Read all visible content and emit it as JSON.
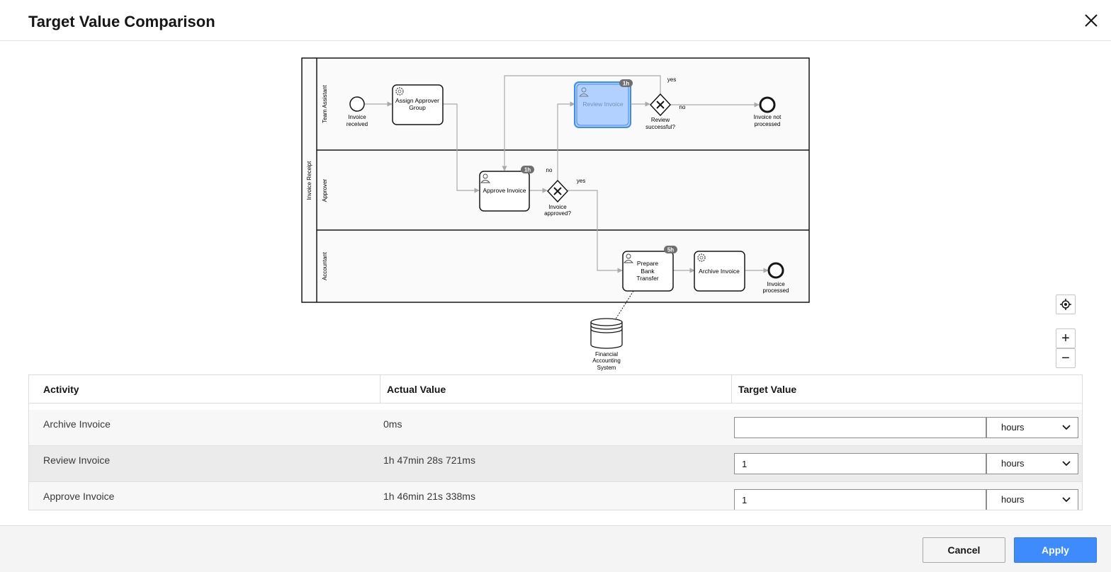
{
  "dialog": {
    "title": "Target Value Comparison",
    "close_icon": "close-icon"
  },
  "diagram": {
    "pool_label": "Invoice Receipt",
    "lanes": [
      "Team Assistant",
      "Approver",
      "Accountant"
    ],
    "events": {
      "start": "Invoice received",
      "end_not_processed": "Invoice not processed",
      "end_processed": "Invoice processed"
    },
    "tasks": {
      "assign": "Assign Approver Group",
      "review": "Review Invoice",
      "approve": "Approve Invoice",
      "prepare": "Prepare Bank Transfer",
      "archive": "Archive Invoice"
    },
    "badges": {
      "review": "1h",
      "approve": "1h",
      "prepare": "5h"
    },
    "gateways": {
      "review_successful": "Review successful?",
      "invoice_approved": "Invoice approved?"
    },
    "flow_labels": {
      "yes": "yes",
      "no": "no"
    },
    "data_store": "Financial Accounting System",
    "highlight_color": "#b3d1ff"
  },
  "controls": {
    "recenter_icon": "crosshair-icon",
    "zoom_in_icon": "plus-icon",
    "zoom_out_icon": "minus-icon"
  },
  "table": {
    "headers": [
      "Activity",
      "Actual Value",
      "Target Value"
    ],
    "rows": [
      {
        "activity": "Archive Invoice",
        "actual": "0ms",
        "target": "",
        "unit": "hours"
      },
      {
        "activity": "Review Invoice",
        "actual": "1h 47min 28s 721ms",
        "target": "1",
        "unit": "hours"
      },
      {
        "activity": "Approve Invoice",
        "actual": "1h 46min 21s 338ms",
        "target": "1",
        "unit": "hours"
      }
    ]
  },
  "footer": {
    "cancel_label": "Cancel",
    "apply_label": "Apply",
    "apply_color": "#3d8bfd"
  }
}
